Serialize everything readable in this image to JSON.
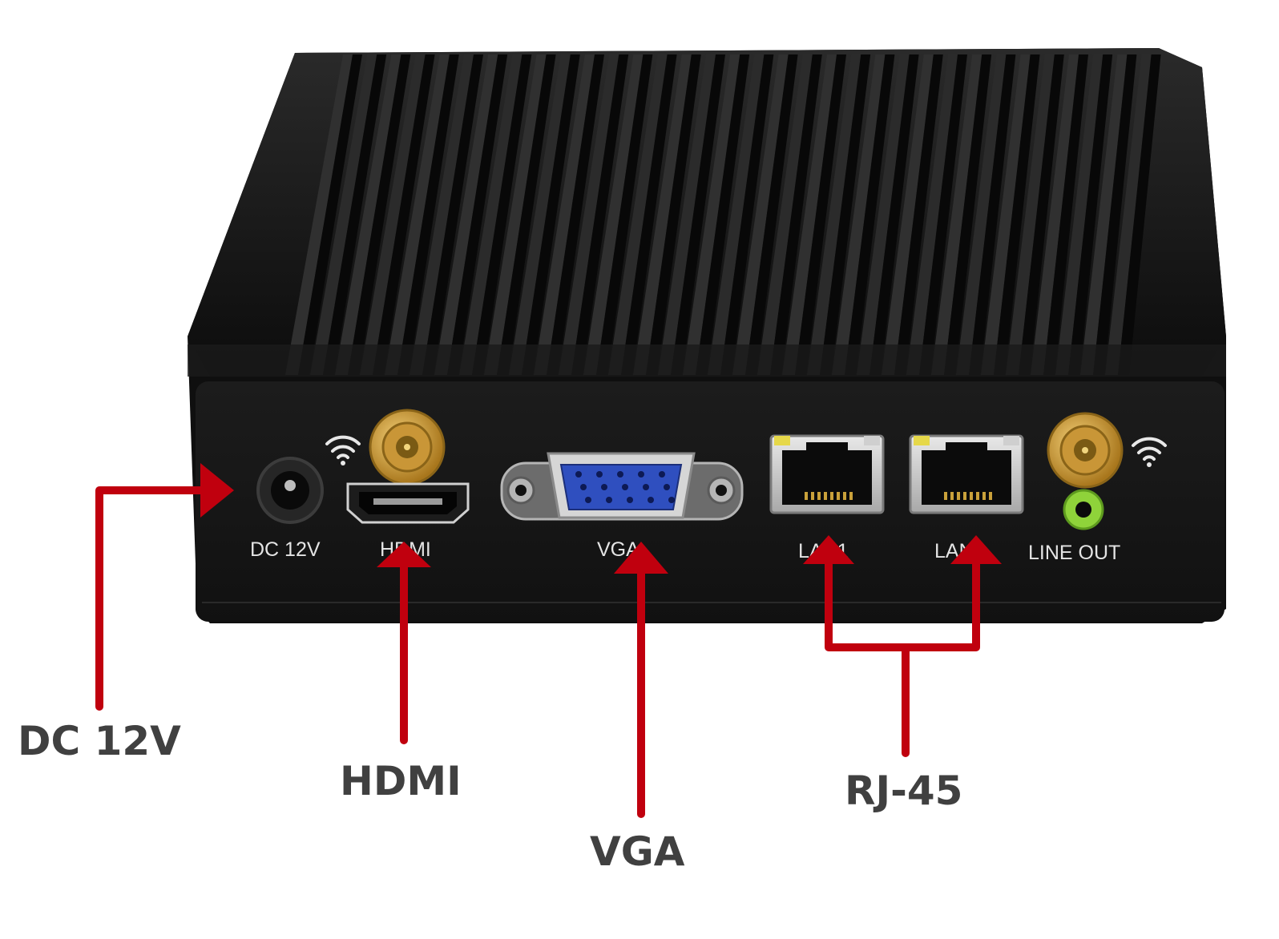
{
  "panel_labels": {
    "dc": "DC 12V",
    "hdmi": "HDMI",
    "vga": "VGA",
    "lan1": "LAN1",
    "lan2": "LAN2",
    "line_out": "LINE OUT"
  },
  "callouts": {
    "dc": "DC 12V",
    "hdmi": "HDMI",
    "vga": "VGA",
    "rj45": "RJ-45"
  },
  "colors": {
    "arrow": "#c0000e",
    "callout_text": "#404040",
    "chassis": "#151515",
    "vga_blue": "#2f4fbf",
    "gold": "#d6a43a",
    "audio_green": "#8fd33a",
    "led_yellow": "#e6d84a"
  }
}
